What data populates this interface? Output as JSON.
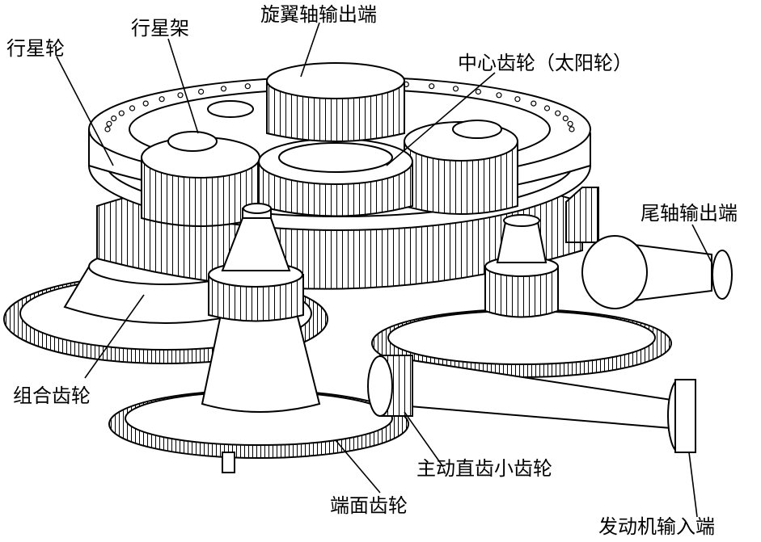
{
  "figure": {
    "labels": {
      "planet_gear": "行星轮",
      "planet_carrier": "行星架",
      "rotor_shaft_output": "旋翼轴输出端",
      "sun_gear": "中心齿轮（太阳轮）",
      "tail_shaft_output": "尾轴输出端",
      "combined_gear": "组合齿轮",
      "spur_pinion": "主动直齿小齿轮",
      "face_gear": "端面齿轮",
      "engine_input": "发动机输入端"
    }
  }
}
